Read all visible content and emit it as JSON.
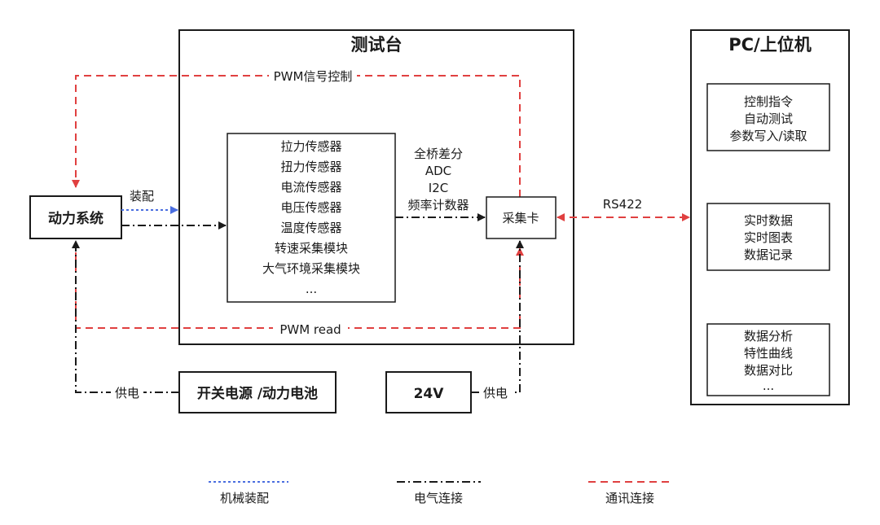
{
  "test_bench": {
    "title": "测试台"
  },
  "pc": {
    "title": "PC/上位机",
    "group_control": [
      "控制指令",
      "自动测试",
      "参数写入/读取"
    ],
    "group_realtime": [
      "实时数据",
      "实时图表",
      "数据记录"
    ],
    "group_analysis": [
      "数据分析",
      "特性曲线",
      "数据对比",
      "..."
    ]
  },
  "power_system": {
    "label": "动力系统"
  },
  "sensors": {
    "items": [
      "拉力传感器",
      "扭力传感器",
      "电流传感器",
      "电压传感器",
      "温度传感器",
      "转速采集模块",
      "大气环境采集模块",
      "..."
    ]
  },
  "acquisition_card": {
    "label": "采集卡"
  },
  "interface_labels": [
    "全桥差分",
    "ADC",
    "I2C",
    "频率计数器"
  ],
  "power_supply": {
    "label": "开关电源 /动力电池"
  },
  "supply_24v": {
    "label": "24V"
  },
  "connection_labels": {
    "pwm_control": "PWM信号控制",
    "pwm_read": "PWM read",
    "assembly": "装配",
    "rs422": "RS422",
    "supply_left": "供电",
    "supply_right": "供电"
  },
  "legend": {
    "mechanical": "机械装配",
    "electrical": "电气连接",
    "communication": "通讯连接"
  },
  "colors": {
    "communication": "#e04040",
    "mechanical": "#4a6ee0",
    "electrical": "#1a1a1a"
  }
}
